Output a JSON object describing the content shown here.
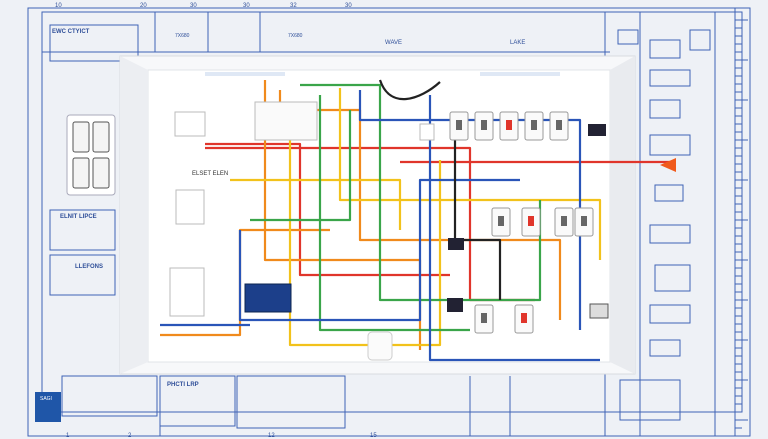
{
  "blueprint": {
    "top_numbers": [
      "10",
      "20",
      "30",
      "30",
      "32",
      "30"
    ],
    "bottom_numbers": [
      "1",
      "2",
      "12",
      "15"
    ],
    "title_block": "EWC CTYICT",
    "top_cells": [
      "7X680",
      "7X680"
    ],
    "left_heading_1": "ELNIT LIPCE",
    "left_heading_2": "LLEFONS",
    "top_label_mid": "WAVE",
    "top_label_right": "LAKE",
    "outlet_label": "ELSET ELEN",
    "legend_heading": "PHCTI LRP",
    "blue_badge": "SAGI"
  },
  "colors": {
    "blueprint_line": "#3f63b5",
    "panel": "#ffffff",
    "wire_red": "#e0352b",
    "wire_orange": "#f08a1c",
    "wire_yellow": "#f2c21b",
    "wire_green": "#3aa54a",
    "wire_blue": "#2a55b8",
    "wire_black": "#222222",
    "badge_blue": "#1f56a8"
  }
}
